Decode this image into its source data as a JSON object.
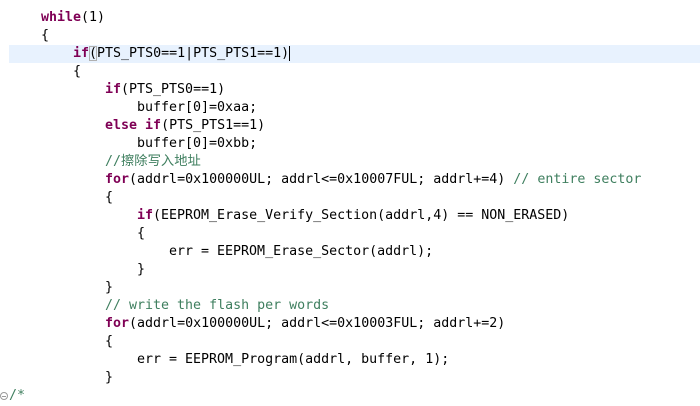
{
  "editor": {
    "current_line": 2,
    "colors": {
      "keyword": "#7f0055",
      "comment": "#3f7f5f",
      "text": "#000000",
      "current_line_bg": "#e8f2fe"
    },
    "lines": [
      {
        "indent": 1,
        "tokens": [
          {
            "t": "while",
            "c": "kw"
          },
          {
            "t": "(1)"
          }
        ]
      },
      {
        "indent": 1,
        "tokens": [
          {
            "t": "{"
          }
        ]
      },
      {
        "indent": 2,
        "tokens": [
          {
            "t": "if",
            "c": "kw"
          },
          {
            "t": "(",
            "c": "bm"
          },
          {
            "t": "PTS_PTS0==1|PTS_PTS1==1)"
          },
          {
            "t": "",
            "c": "caret"
          }
        ]
      },
      {
        "indent": 2,
        "tokens": [
          {
            "t": "{"
          }
        ]
      },
      {
        "indent": 3,
        "tokens": [
          {
            "t": "if",
            "c": "kw"
          },
          {
            "t": "(PTS_PTS0==1)"
          }
        ]
      },
      {
        "indent": 4,
        "tokens": [
          {
            "t": "buffer[0]=0xaa;"
          }
        ]
      },
      {
        "indent": 3,
        "tokens": [
          {
            "t": "else",
            "c": "kw"
          },
          {
            "t": " "
          },
          {
            "t": "if",
            "c": "kw"
          },
          {
            "t": "(PTS_PTS1==1)"
          }
        ]
      },
      {
        "indent": 4,
        "tokens": [
          {
            "t": "buffer[0]=0xbb;"
          }
        ]
      },
      {
        "indent": 3,
        "tokens": [
          {
            "t": "//擦除写入地址",
            "c": "cm"
          }
        ]
      },
      {
        "indent": 3,
        "tokens": [
          {
            "t": "for",
            "c": "kw"
          },
          {
            "t": "(addrl=0x100000UL; addrl<=0x10007FUL; addrl+=4) "
          },
          {
            "t": "// entire sector",
            "c": "cm"
          }
        ]
      },
      {
        "indent": 3,
        "tokens": [
          {
            "t": "{"
          }
        ]
      },
      {
        "indent": 4,
        "tokens": [
          {
            "t": "if",
            "c": "kw"
          },
          {
            "t": "(EEPROM_Erase_Verify_Section(addrl,4) == NON_ERASED)"
          }
        ]
      },
      {
        "indent": 4,
        "tokens": [
          {
            "t": "{"
          }
        ]
      },
      {
        "indent": 5,
        "tokens": [
          {
            "t": "err = EEPROM_Erase_Sector(addrl);"
          }
        ]
      },
      {
        "indent": 4,
        "tokens": [
          {
            "t": "}"
          }
        ]
      },
      {
        "indent": 3,
        "tokens": [
          {
            "t": "}"
          }
        ]
      },
      {
        "indent": 3,
        "tokens": [
          {
            "t": "// write the flash per words",
            "c": "cm"
          }
        ]
      },
      {
        "indent": 3,
        "tokens": [
          {
            "t": "for",
            "c": "kw"
          },
          {
            "t": "(addrl=0x100000UL; addrl<=0x10003FUL; addrl+=2)"
          }
        ]
      },
      {
        "indent": 3,
        "tokens": [
          {
            "t": "{"
          }
        ]
      },
      {
        "indent": 4,
        "tokens": [
          {
            "t": "err = EEPROM_Program(addrl, buffer, 1);"
          }
        ]
      },
      {
        "indent": 3,
        "tokens": [
          {
            "t": "}"
          }
        ]
      },
      {
        "indent": 0,
        "fold": true,
        "tokens": [
          {
            "t": "/*",
            "c": "cm"
          }
        ]
      }
    ]
  }
}
